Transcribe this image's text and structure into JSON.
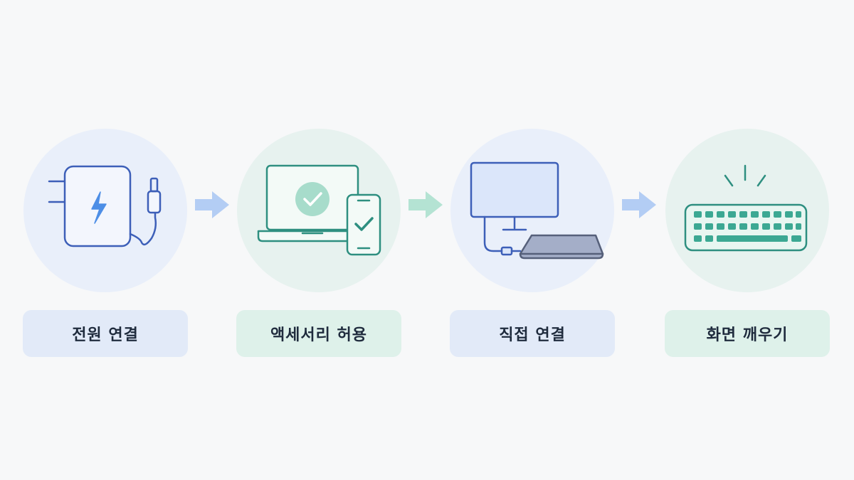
{
  "steps": [
    {
      "label": "전원 연결",
      "theme": "blue",
      "icon": "charger-icon"
    },
    {
      "label": "액세서리 허용",
      "theme": "green",
      "icon": "laptop-phone-check-icon"
    },
    {
      "label": "직접 연결",
      "theme": "blue",
      "icon": "monitor-laptop-cable-icon"
    },
    {
      "label": "화면 깨우기",
      "theme": "green",
      "icon": "keyboard-wake-icon"
    }
  ],
  "colors": {
    "blue_stroke": "#3d5fb8",
    "green_stroke": "#2e8f80",
    "blue_arrow": "#b3cdf4",
    "green_arrow": "#b4e3d3"
  }
}
